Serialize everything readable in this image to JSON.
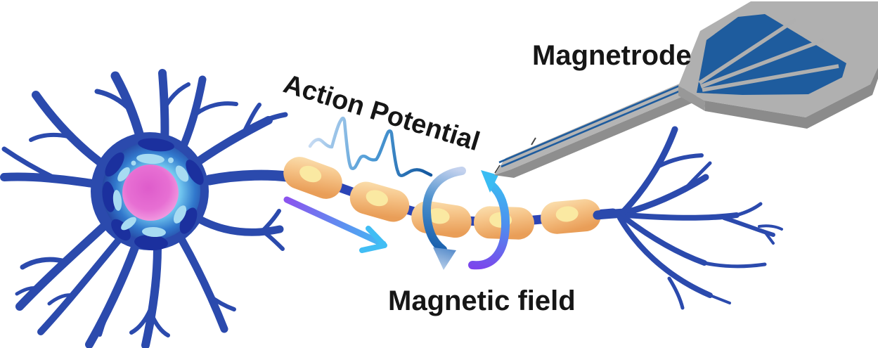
{
  "figure": {
    "labels": {
      "action_potential": "Action Potential",
      "magnetic_field": "Magnetic field",
      "magnetrode": "Magnetrode"
    },
    "counts": {
      "myelin_segments": 5,
      "electrode_pads": 4,
      "waveform_spikes": 2,
      "field_arrows": 2
    },
    "colors": {
      "background": "#FFFFFF",
      "neuron_blue": "#2B4AAD",
      "soma_dark_blue": "#1B309E",
      "soma_glow_cyan": "#BDF0FC",
      "organelle_light_blue": "#A7DBF2",
      "nucleus_magenta": "#E05FCC",
      "myelin_orange": "#F6C488",
      "myelin_core_yellow": "#FAE9A2",
      "axon_connector_blue": "#2B44B5",
      "waveform_gradient_start": "#C9DCF3",
      "waveform_gradient_end": "#11549C",
      "propagation_arrow_start": "#8B54EE",
      "propagation_arrow_end": "#41BDF4",
      "field_arrow_left_top": "#C4D2EE",
      "field_arrow_left_bottom": "#1A61AE",
      "field_arrow_right_start": "#7C45EC",
      "field_arrow_right_end": "#3BBAF2",
      "probe_gray": "#B0B0B0",
      "probe_gray_dark": "#8B8B8B",
      "electrode_pad_blue": "#1E5C9E",
      "label_black": "#161616"
    }
  }
}
